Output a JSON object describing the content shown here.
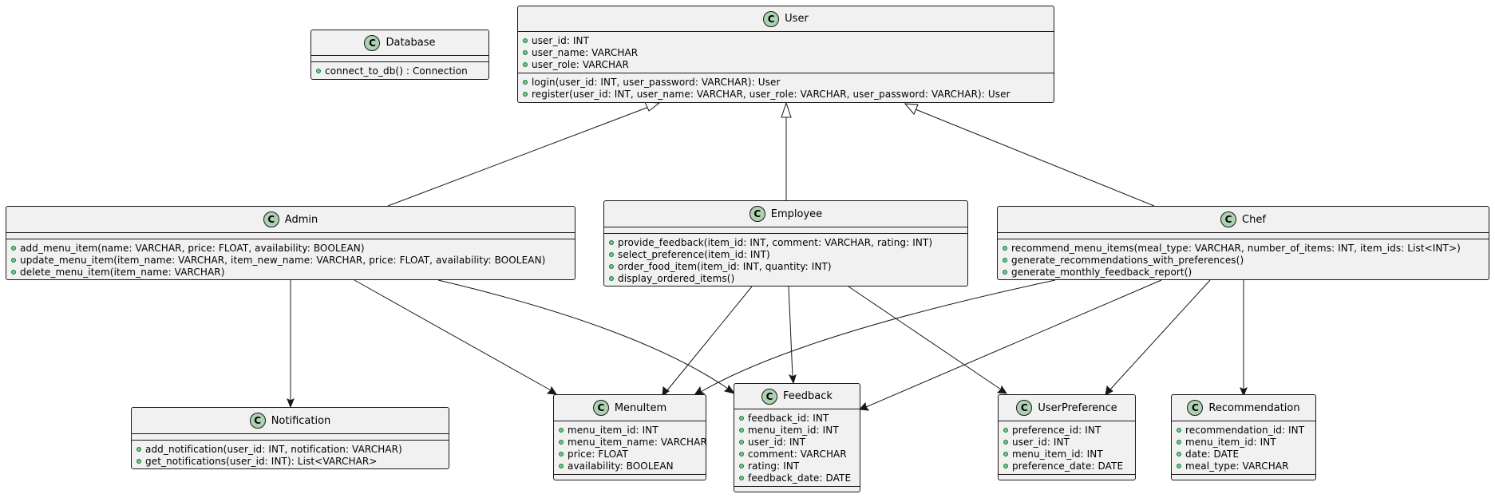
{
  "diagram": {
    "classes": {
      "user": {
        "stereotype": "C",
        "name": "User",
        "attributes": [
          "user_id: INT",
          "user_name: VARCHAR",
          "user_role: VARCHAR"
        ],
        "methods": [
          "login(user_id: INT, user_password: VARCHAR): User",
          "register(user_id: INT, user_name: VARCHAR, user_role: VARCHAR, user_password: VARCHAR): User"
        ]
      },
      "database": {
        "stereotype": "C",
        "name": "Database",
        "attributes": [],
        "methods": [
          "connect_to_db() : Connection"
        ]
      },
      "admin": {
        "stereotype": "C",
        "name": "Admin",
        "attributes": [],
        "methods": [
          "add_menu_item(name: VARCHAR, price: FLOAT, availability: BOOLEAN)",
          "update_menu_item(item_name: VARCHAR, item_new_name: VARCHAR, price: FLOAT, availability: BOOLEAN)",
          "delete_menu_item(item_name: VARCHAR)"
        ]
      },
      "employee": {
        "stereotype": "C",
        "name": "Employee",
        "attributes": [],
        "methods": [
          "provide_feedback(item_id: INT, comment: VARCHAR, rating: INT)",
          "select_preference(item_id: INT)",
          "order_food_item(item_id: INT, quantity: INT)",
          "display_ordered_items()"
        ]
      },
      "chef": {
        "stereotype": "C",
        "name": "Chef",
        "attributes": [],
        "methods": [
          "recommend_menu_items(meal_type: VARCHAR, number_of_items: INT, item_ids: List<INT>)",
          "generate_recommendations_with_preferences()",
          "generate_monthly_feedback_report()"
        ]
      },
      "notification": {
        "stereotype": "C",
        "name": "Notification",
        "attributes": [],
        "methods": [
          "add_notification(user_id: INT, notification: VARCHAR)",
          "get_notifications(user_id: INT): List<VARCHAR>"
        ]
      },
      "menuitem": {
        "stereotype": "C",
        "name": "MenuItem",
        "attributes": [
          "menu_item_id: INT",
          "menu_item_name: VARCHAR",
          "price: FLOAT",
          "availability: BOOLEAN"
        ],
        "methods": []
      },
      "feedback": {
        "stereotype": "C",
        "name": "Feedback",
        "attributes": [
          "feedback_id: INT",
          "menu_item_id: INT",
          "user_id: INT",
          "comment: VARCHAR",
          "rating: INT",
          "feedback_date: DATE"
        ],
        "methods": []
      },
      "userpreference": {
        "stereotype": "C",
        "name": "UserPreference",
        "attributes": [
          "preference_id: INT",
          "user_id: INT",
          "menu_item_id: INT",
          "preference_date: DATE"
        ],
        "methods": []
      },
      "recommendation": {
        "stereotype": "C",
        "name": "Recommendation",
        "attributes": [
          "recommendation_id: INT",
          "menu_item_id: INT",
          "date: DATE",
          "meal_type: VARCHAR"
        ],
        "methods": []
      }
    },
    "relations": [
      {
        "from": "Admin",
        "to": "User",
        "kind": "inheritance"
      },
      {
        "from": "Employee",
        "to": "User",
        "kind": "inheritance"
      },
      {
        "from": "Chef",
        "to": "User",
        "kind": "inheritance"
      },
      {
        "from": "Admin",
        "to": "Notification",
        "kind": "association"
      },
      {
        "from": "Admin",
        "to": "MenuItem",
        "kind": "association"
      },
      {
        "from": "Admin",
        "to": "Feedback",
        "kind": "association"
      },
      {
        "from": "Employee",
        "to": "MenuItem",
        "kind": "association"
      },
      {
        "from": "Employee",
        "to": "Feedback",
        "kind": "association"
      },
      {
        "from": "Employee",
        "to": "UserPreference",
        "kind": "association"
      },
      {
        "from": "Chef",
        "to": "MenuItem",
        "kind": "association"
      },
      {
        "from": "Chef",
        "to": "Feedback",
        "kind": "association"
      },
      {
        "from": "Chef",
        "to": "UserPreference",
        "kind": "association"
      },
      {
        "from": "Chef",
        "to": "Recommendation",
        "kind": "association"
      }
    ],
    "colors": {
      "class_fill": "#f1f1f1",
      "border": "#181818",
      "badge_fill": "#add1b2",
      "visibility_fill": "#84be84",
      "visibility_border": "#038048"
    }
  }
}
